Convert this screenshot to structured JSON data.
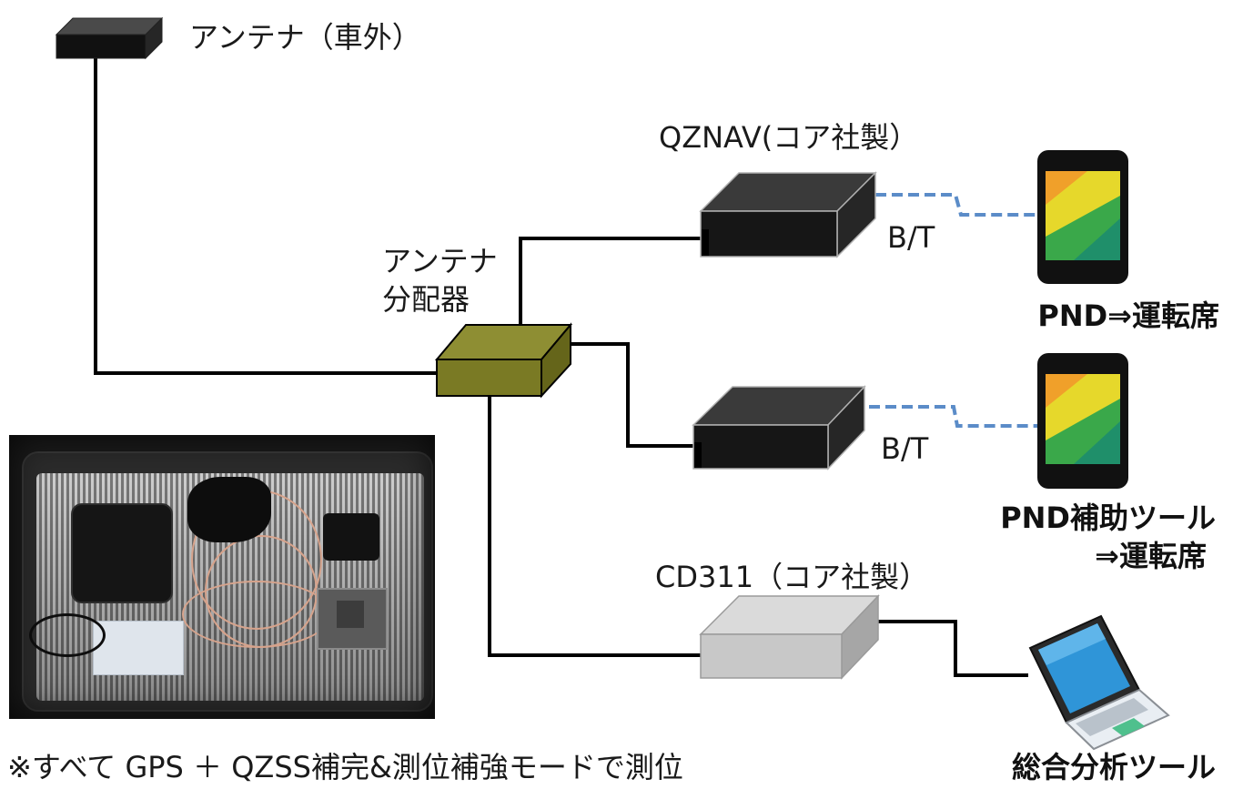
{
  "antenna": {
    "label": "アンテナ（車外）"
  },
  "splitter": {
    "label_line1": "アンテナ",
    "label_line2": "分配器"
  },
  "qznav": {
    "label": "QZNAV(コア社製）",
    "link_label": "B/T"
  },
  "receiver2": {
    "link_label": "B/T"
  },
  "cd311": {
    "label": "CD311（コア社製）"
  },
  "pnd1": {
    "label": "PND⇒運転席"
  },
  "pnd2": {
    "label_line1": "PND補助ツール",
    "label_line2": "⇒運転席"
  },
  "laptop": {
    "label": "総合分析ツール"
  },
  "footnote": "※すべて GPS ＋ QZSS補完&測位補強モードで測位",
  "icons": {
    "antenna": "antenna-icon",
    "splitter": "splitter-icon",
    "receiver": "receiver-box-icon",
    "phone": "smartphone-icon",
    "laptop": "laptop-icon"
  },
  "colors": {
    "wire": "#000000",
    "bluetooth_link": "#5b8cc8",
    "splitter_front": "#7a7a24",
    "receiver_dark_front": "#161616",
    "receiver_gray_front": "#c8c8c8"
  }
}
